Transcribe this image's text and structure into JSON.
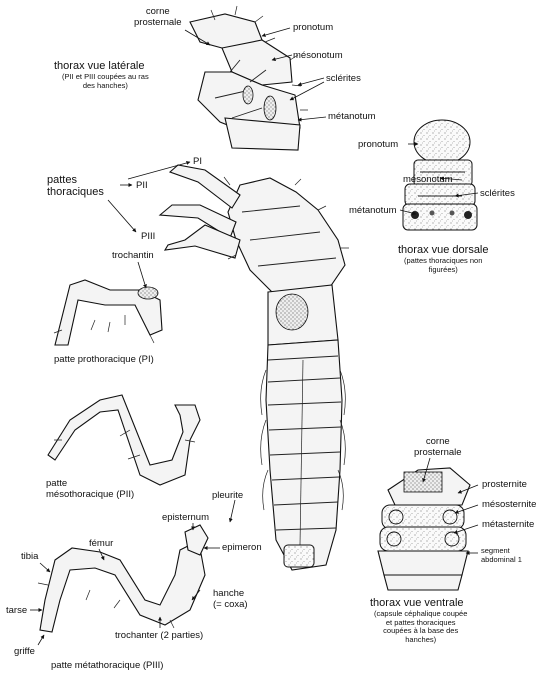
{
  "labels": {
    "corne_prosternale_top": "corne\nprosternale",
    "pronotum_top": "pronotum",
    "mesonotum_top": "mésonotum",
    "sclerites_top": "sclérites",
    "metanotum_top": "métanotum",
    "thorax_lateral_title": "thorax vue latérale",
    "thorax_lateral_note": "(PII et PIII coupées au ras\ndes hanches)",
    "pattes_thoraciques": "pattes\nthoraciques",
    "PI": "PI",
    "PII": "PII",
    "PIII": "PIII",
    "pronotum_dorsal": "pronotum",
    "mesonotum_dorsal": "mésonotum",
    "sclerites_dorsal": "sclérites",
    "metanotum_dorsal": "métanotum",
    "thorax_dorsal_title": "thorax vue dorsale",
    "thorax_dorsal_note": "(pattes thoraciques non\nfigurées)",
    "trochantin": "trochantin",
    "patte_prothoracique": "patte prothoracique (PI)",
    "patte_mesothoracique": "patte\nmésothoracique (PII)",
    "pleurite": "pleurite",
    "episternum": "episternum",
    "epimeron": "epimeron",
    "femur": "fémur",
    "tibia": "tibia",
    "tarse": "tarse",
    "griffe": "griffe",
    "hanche": "hanche\n(= coxa)",
    "trochanter": "trochanter (2 parties)",
    "patte_metathoracique": "patte métathoracique (PIII)",
    "corne_prosternale_ventral": "corne\nprosternale",
    "prosternite": "prosternite",
    "mesosternite": "mésosternite",
    "metasternite": "métasternite",
    "segment_abdominal": "segment\nabdominal 1",
    "thorax_ventral_title": "thorax vue ventrale",
    "thorax_ventral_note": "(capsule céphalique coupée\net pattes thoraciques\ncoupées à la base des\nhanches)"
  }
}
